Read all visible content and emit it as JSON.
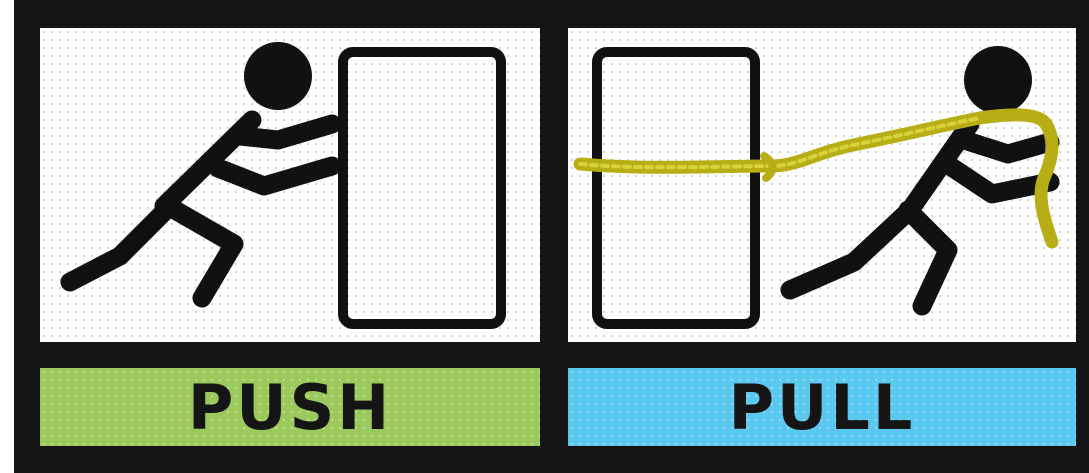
{
  "panels": [
    {
      "id": "push",
      "label": "PUSH",
      "color": "#9bc95b"
    },
    {
      "id": "pull",
      "label": "PULL",
      "color": "#5ac8ef"
    }
  ],
  "colors": {
    "frame": "#151515",
    "figure": "#111111",
    "rope": "#b7ae16"
  },
  "icons": [
    "push-figure-icon",
    "pull-figure-icon",
    "door-icon",
    "rope-icon"
  ]
}
